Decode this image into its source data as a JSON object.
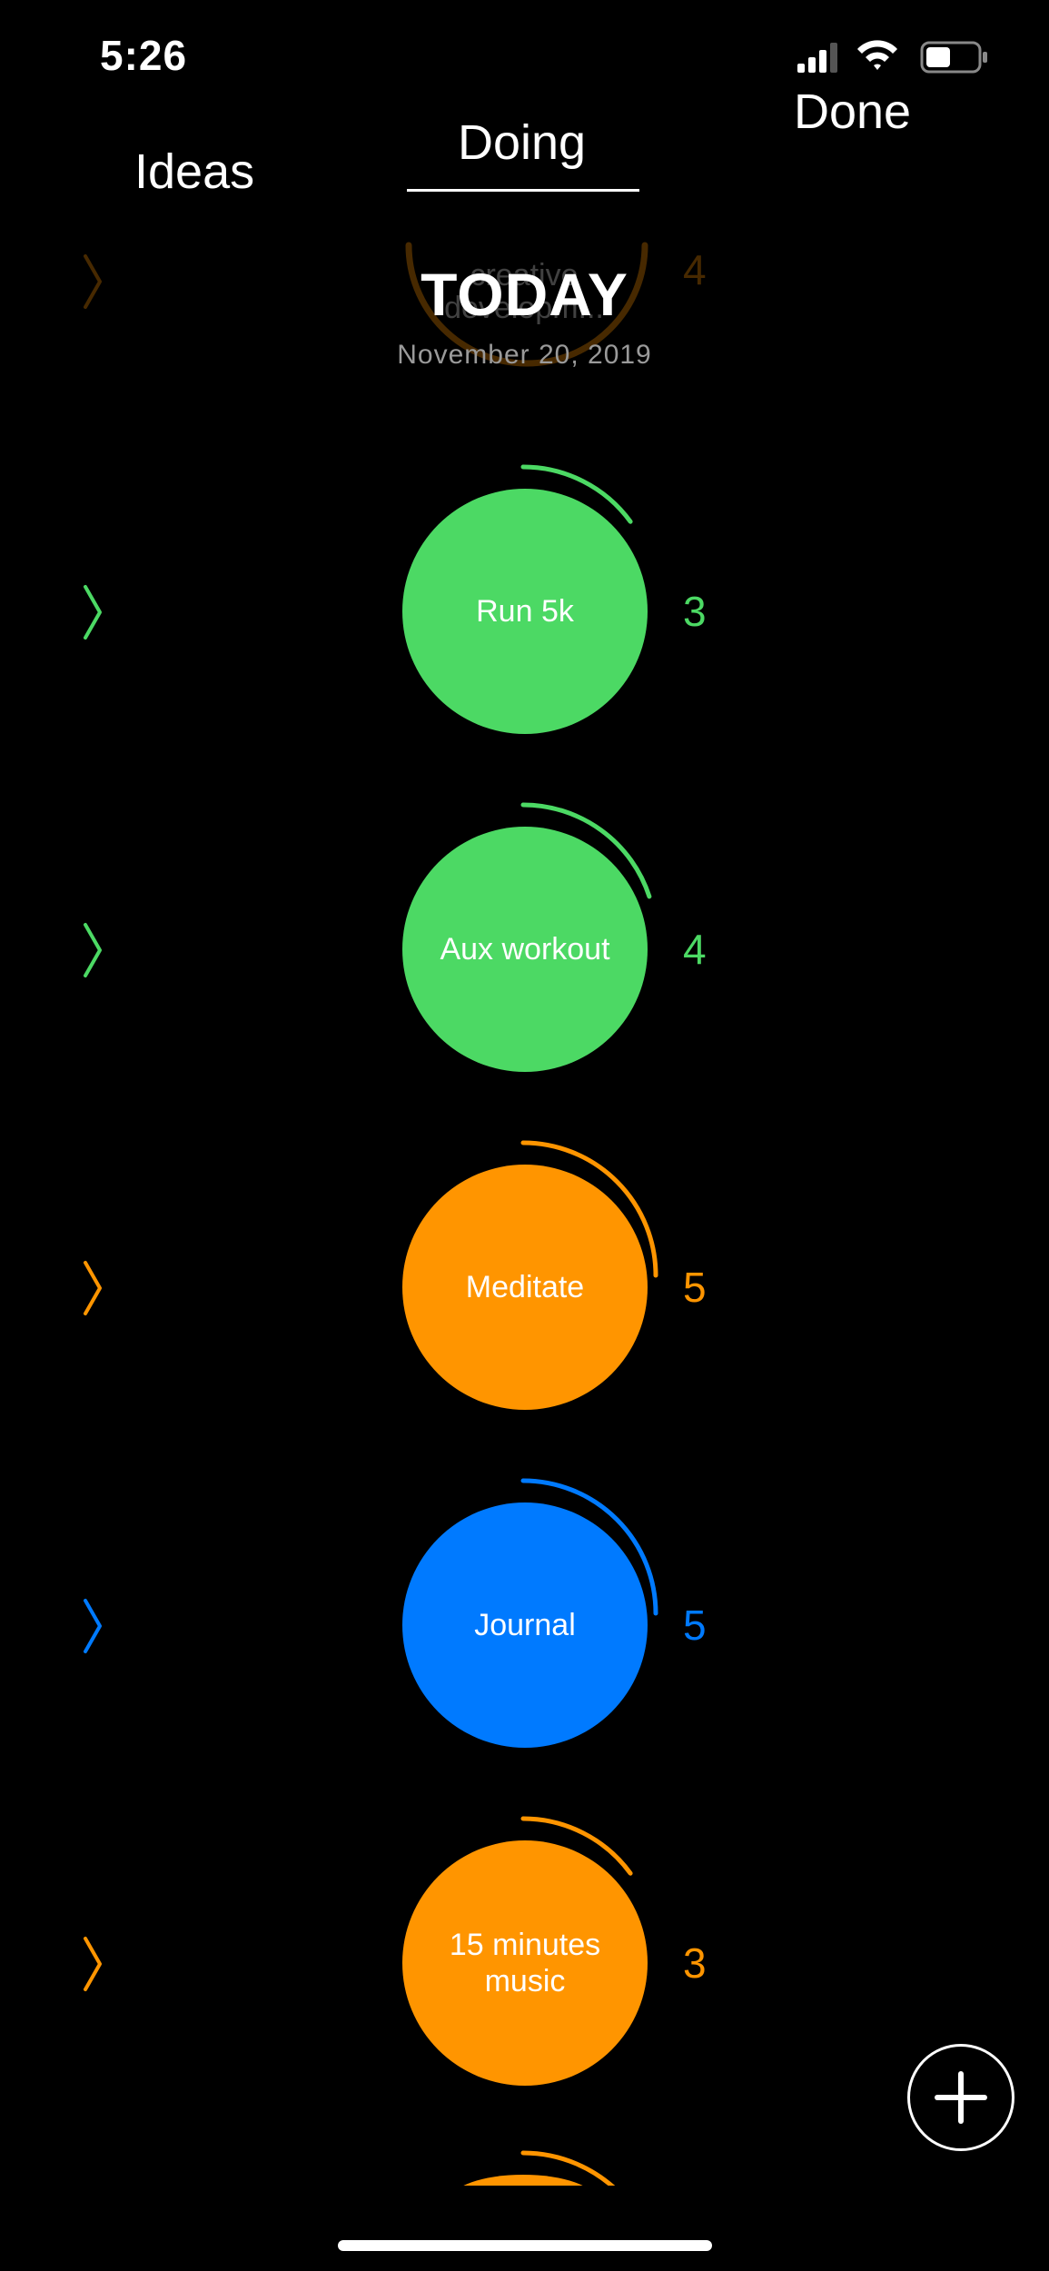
{
  "status_bar": {
    "time": "5:26",
    "icons": [
      "cellular-signal-icon",
      "wifi-icon",
      "battery-icon"
    ]
  },
  "tabs": [
    {
      "label": "Ideas",
      "selected": false
    },
    {
      "label": "Doing",
      "selected": true
    },
    {
      "label": "Done",
      "selected": false
    }
  ],
  "header": {
    "title": "TODAY",
    "date": "November 20, 2019",
    "faded_item": {
      "label_line1": "creative",
      "label_line2": "developm...",
      "count": "4",
      "color": "#ff9500"
    }
  },
  "habits": [
    {
      "label": "Run 5k",
      "count": "3",
      "color": "#4cd964",
      "progress": 0.15
    },
    {
      "label": "Aux workout",
      "count": "4",
      "color": "#4cd964",
      "progress": 0.2
    },
    {
      "label": "Meditate",
      "count": "5",
      "color": "#ff9500",
      "progress": 0.25
    },
    {
      "label": "Journal",
      "count": "5",
      "color": "#007aff",
      "progress": 0.25
    },
    {
      "label": "15 minutes music",
      "count": "3",
      "color": "#ff9500",
      "progress": 0.15
    }
  ],
  "partial_next_item": {
    "color": "#ff9500"
  },
  "fab": {
    "icon": "plus-icon"
  },
  "colors": {
    "background": "#000000",
    "green": "#4cd964",
    "orange": "#ff9500",
    "blue": "#007aff"
  }
}
